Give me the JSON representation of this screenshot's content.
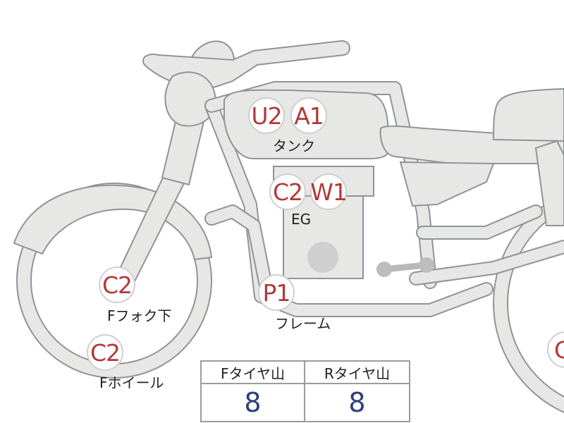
{
  "inspection_codes": {
    "tank_left": "U2",
    "tank_right": "A1",
    "engine_left": "C2",
    "engine_right": "W1",
    "fork_lower": "C2",
    "frame": "P1",
    "front_wheel": "C2",
    "rear_wheel": "C"
  },
  "part_labels": {
    "tank": "タンク",
    "engine": "EG",
    "fork_lower": "Fフォク下",
    "frame": "フレーム",
    "front_wheel": "Fホイール"
  },
  "tread_table": {
    "front_header": "Fタイヤ山",
    "rear_header": "Rタイヤ山",
    "front_value": "8",
    "rear_value": "8"
  },
  "colors": {
    "code_text": "#b23a3a",
    "value_text": "#2c3f7e",
    "bike_fill": "#e7e7e5",
    "bike_outline": "#909497"
  }
}
